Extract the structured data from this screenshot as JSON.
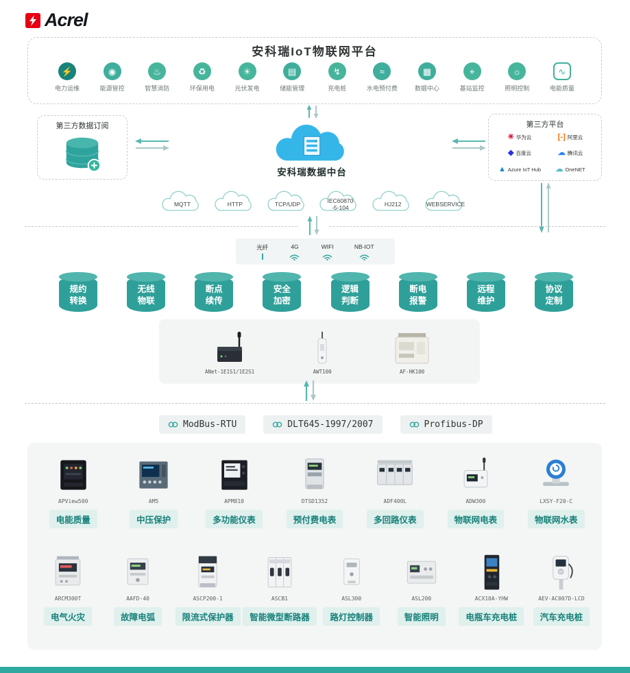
{
  "brand": {
    "logo_text": "Acrel"
  },
  "colors": {
    "accent_teal": "#35a79f",
    "brand_red": "#e60012",
    "cloud_blue": "#35b6e9",
    "tag_bg": "#dff0ed",
    "tag_text": "#17807a"
  },
  "platform": {
    "title": "安科瑞IoT物联网平台",
    "apps": [
      {
        "label": "电力运维",
        "icon": "power-om-icon",
        "glyph": "⚡",
        "color": "#17837b"
      },
      {
        "label": "能源管控",
        "icon": "energy-mgmt-icon",
        "glyph": "◉",
        "color": "#3fae9c"
      },
      {
        "label": "智慧消防",
        "icon": "smart-fire-icon",
        "glyph": "♨",
        "color": "#47b59b"
      },
      {
        "label": "环保用电",
        "icon": "eco-power-icon",
        "glyph": "♻",
        "color": "#47b59b"
      },
      {
        "label": "光伏发电",
        "icon": "solar-icon",
        "glyph": "☀",
        "color": "#47b59b"
      },
      {
        "label": "储能管理",
        "icon": "energy-storage-icon",
        "glyph": "▤",
        "color": "#3fae9c"
      },
      {
        "label": "充电桩",
        "icon": "charging-pile-icon",
        "glyph": "↯",
        "color": "#47b59b"
      },
      {
        "label": "水电预付费",
        "icon": "prepaid-utility-icon",
        "glyph": "≈",
        "color": "#3fae9c"
      },
      {
        "label": "数据中心",
        "icon": "datacenter-icon",
        "glyph": "▦",
        "color": "#3fae9c"
      },
      {
        "label": "基站监控",
        "icon": "base-station-icon",
        "glyph": "⌖",
        "color": "#47b59b"
      },
      {
        "label": "照明控制",
        "icon": "lighting-control-icon",
        "glyph": "☼",
        "color": "#47b59b"
      },
      {
        "label": "电能质量",
        "icon": "power-quality-icon",
        "glyph": "∿",
        "color": "#43b19a"
      }
    ]
  },
  "middle": {
    "left_box_title": "第三方数据订阅",
    "center_label": "安科瑞数据中台",
    "right_box_title": "第三方平台",
    "third_party": [
      {
        "name": "华为云",
        "glyph": "✳",
        "color": "#cf0a2c"
      },
      {
        "name": "阿里云",
        "glyph": "[-]",
        "color": "#ff6a00"
      },
      {
        "name": "百度云",
        "glyph": "◆",
        "color": "#2932e1"
      },
      {
        "name": "腾讯云",
        "glyph": "☁",
        "color": "#2f81f7"
      },
      {
        "name": "Azure IoT Hub",
        "glyph": "▲",
        "color": "#0089d6"
      },
      {
        "name": "OneNET",
        "glyph": "☁",
        "color": "#55b7d4"
      }
    ],
    "protocol_clouds": [
      "MQTT",
      "HTTP",
      "TCP/UDP",
      "IEC60870\n-5-104",
      "HJ212",
      "WEBSERVICE"
    ]
  },
  "connectivity": [
    {
      "label": "光纤",
      "icon": "fiber-icon"
    },
    {
      "label": "4G",
      "icon": "wifi-icon"
    },
    {
      "label": "WIFI",
      "icon": "wifi-icon"
    },
    {
      "label": "NB-IOT",
      "icon": "wifi-icon"
    }
  ],
  "capabilities": [
    {
      "line1": "规约",
      "line2": "转换"
    },
    {
      "line1": "无线",
      "line2": "物联"
    },
    {
      "line1": "断点",
      "line2": "续传"
    },
    {
      "line1": "安全",
      "line2": "加密"
    },
    {
      "line1": "逻辑",
      "line2": "判断"
    },
    {
      "line1": "断电",
      "line2": "报警"
    },
    {
      "line1": "远程",
      "line2": "维护"
    },
    {
      "line1": "协议",
      "line2": "定制"
    }
  ],
  "gateways": [
    {
      "model": "ANet-1E1S1/1E2S1"
    },
    {
      "model": "AWT100"
    },
    {
      "model": "AF-HK100"
    }
  ],
  "bus_protocols": [
    "ModBus-RTU",
    "DLT645-1997/2007",
    "Profibus-DP"
  ],
  "products": {
    "row1": [
      {
        "model": "APView500",
        "tag": "电能质量"
      },
      {
        "model": "AM5",
        "tag": "中压保护"
      },
      {
        "model": "APM810",
        "tag": "多功能仪表"
      },
      {
        "model": "DTSD1352",
        "tag": "预付费电表"
      },
      {
        "model": "ADF400L",
        "tag": "多回路仪表"
      },
      {
        "model": "ADW300",
        "tag": "物联网电表"
      },
      {
        "model": "LXSY-F20-C",
        "tag": "物联网水表"
      }
    ],
    "row2": [
      {
        "model": "ARCM300T",
        "tag": "电气火灾"
      },
      {
        "model": "AAFD-40",
        "tag": "故障电弧"
      },
      {
        "model": "ASCP200-1",
        "tag": "限流式保护器"
      },
      {
        "model": "ASCB1",
        "tag": "智能微型断路器"
      },
      {
        "model": "ASL300",
        "tag": "路灯控制器"
      },
      {
        "model": "ASL200",
        "tag": "智能照明"
      },
      {
        "model": "ACX10A-YHW",
        "tag": "电瓶车充电桩"
      },
      {
        "model": "AEV-AC007D-LCD",
        "tag": "汽车充电桩"
      }
    ]
  }
}
